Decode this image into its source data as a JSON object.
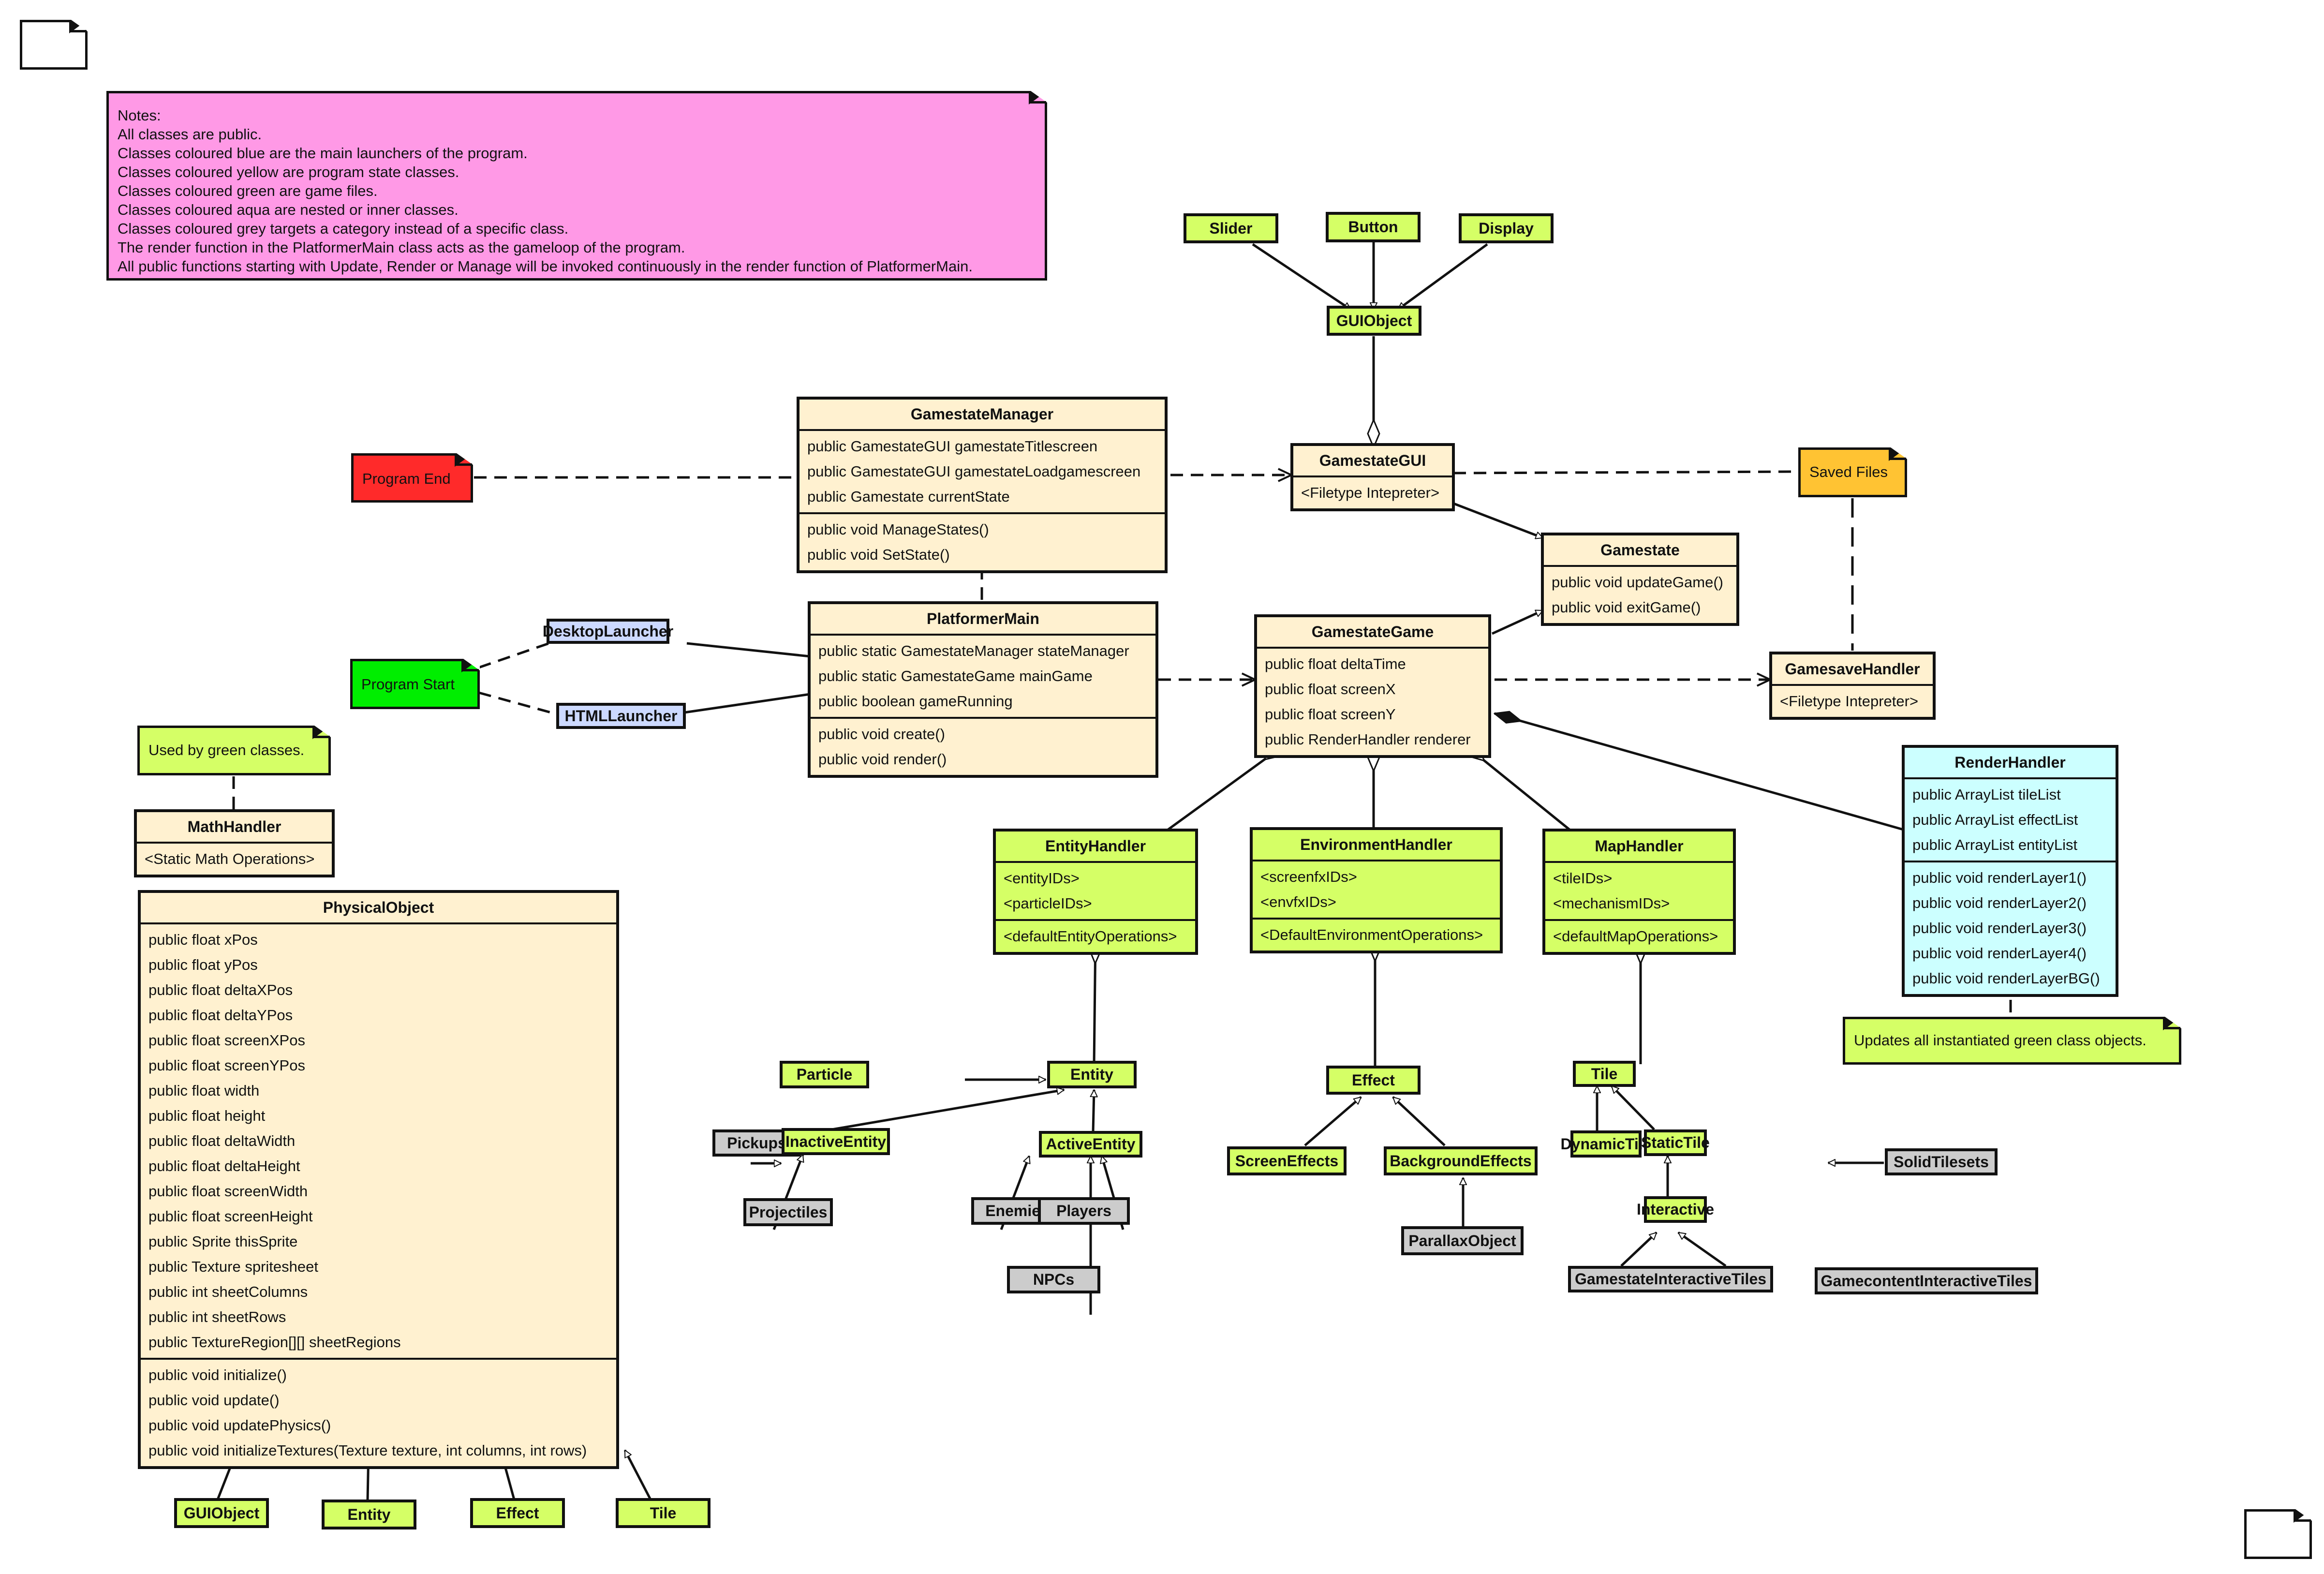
{
  "legend_note": {
    "lines": [
      "Notes:",
      "All classes are public.",
      "Classes coloured blue are the main launchers of the program.",
      "Classes coloured yellow are program state classes.",
      "Classes coloured green are game files.",
      "Classes coloured aqua are nested or inner classes.",
      "Classes coloured grey targets a category instead of a specific class.",
      "The render function in the PlatformerMain class acts as the gameloop of the program.",
      "All public functions starting with Update, Render or Manage will be invoked continuously in the render function of PlatformerMain."
    ]
  },
  "colors": {
    "state_yellow": "#fff1d0",
    "game_green": "#d5ff66",
    "category_grey": "#cccccc",
    "launcher_blue": "#ccd9ff",
    "inner_aqua": "#ccffff",
    "notes_pink": "#ff99e6",
    "program_end_red": "#ff2a2a",
    "program_start_green": "#00ee00",
    "saved_files_orange": "#ffc333"
  },
  "notes": {
    "program_end": "Program End",
    "program_start": "Program Start",
    "saved_files": "Saved Files",
    "used_by_green": "Used by green classes.",
    "updates_green": "Updates all instantiated green class objects."
  },
  "classes": {
    "gamestate_manager": {
      "name": "GamestateManager",
      "attributes": [
        "public GamestateGUI gamestateTitlescreen",
        "public GamestateGUI gamestateLoadgamescreen",
        "public Gamestate currentState"
      ],
      "methods": [
        "public void ManageStates()",
        "public void SetState()"
      ]
    },
    "platformer_main": {
      "name": "PlatformerMain",
      "attributes": [
        "public static GamestateManager stateManager",
        "public static GamestateGame mainGame",
        "public boolean gameRunning"
      ],
      "methods": [
        "public void create()",
        "public void render()"
      ]
    },
    "gamestate_gui": {
      "name": "GamestateGUI",
      "attributes": [
        "<Filetype Intepreter>"
      ]
    },
    "gamestate": {
      "name": "Gamestate",
      "methods": [
        "public void updateGame()",
        "public void exitGame()"
      ]
    },
    "gamestate_game": {
      "name": "GamestateGame",
      "attributes": [
        "public float deltaTime",
        "public float screenX",
        "public float screenY",
        "public RenderHandler renderer"
      ]
    },
    "gamesave_handler": {
      "name": "GamesaveHandler",
      "attributes": [
        "<Filetype Intepreter>"
      ]
    },
    "render_handler": {
      "name": "RenderHandler",
      "attributes": [
        "public ArrayList tileList",
        "public ArrayList effectList",
        "public ArrayList entityList"
      ],
      "methods": [
        "public void renderLayer1()",
        "public void renderLayer2()",
        "public void renderLayer3()",
        "public void renderLayer4()",
        "public void renderLayerBG()"
      ]
    },
    "math_handler": {
      "name": "MathHandler",
      "attributes": [
        "<Static Math Operations>"
      ]
    },
    "entity_handler": {
      "name": "EntityHandler",
      "attributes": [
        "<entityIDs>",
        "<particleIDs>"
      ],
      "methods": [
        "<defaultEntityOperations>"
      ]
    },
    "environment_handler": {
      "name": "EnvironmentHandler",
      "attributes": [
        "<screenfxIDs>",
        "<envfxIDs>"
      ],
      "methods": [
        "<DefaultEnvironmentOperations>"
      ]
    },
    "map_handler": {
      "name": "MapHandler",
      "attributes": [
        "<tileIDs>",
        "<mechanismIDs>"
      ],
      "methods": [
        "<defaultMapOperations>"
      ]
    },
    "physical_object": {
      "name": "PhysicalObject",
      "attributes": [
        "public float xPos",
        "public float yPos",
        "public float deltaXPos",
        "public float deltaYPos",
        "public float screenXPos",
        "public float screenYPos",
        "public float width",
        "public float height",
        "public float deltaWidth",
        "public float deltaHeight",
        "public float screenWidth",
        "public float screenHeight",
        "public Sprite thisSprite",
        "public Texture spritesheet",
        "public int sheetColumns",
        "public int sheetRows",
        "public TextureRegion[][] sheetRegions"
      ],
      "methods": [
        "public void initialize()",
        "public void update()",
        "public void updatePhysics()",
        "public void initializeTextures(Texture texture, int columns, int rows)"
      ]
    }
  },
  "simple_classes": {
    "slider": "Slider",
    "button": "Button",
    "display": "Display",
    "gui_object": "GUIObject",
    "desktop_launcher": "DesktopLauncher",
    "html_launcher": "HTMLLauncher",
    "particle": "Particle",
    "entity": "Entity",
    "inactive_entity": "InactiveEntity",
    "active_entity": "ActiveEntity",
    "pickups": "Pickups",
    "projectiles": "Projectiles",
    "enemies": "Enemies",
    "players": "Players",
    "npcs": "NPCs",
    "effect": "Effect",
    "screen_effects": "ScreenEffects",
    "background_effects": "BackgroundEffects",
    "parallax_object": "ParallaxObject",
    "tile": "Tile",
    "dynamic_tile": "DynamicTile",
    "static_tile": "StaticTile",
    "solid_tilesets": "SolidTilesets",
    "interactive": "Interactive",
    "gamestate_interactive_tiles": "GamestateInteractiveTiles",
    "gamecontent_interactive_tiles": "GamecontentInteractiveTiles",
    "po_gui_object": "GUIObject",
    "po_entity": "Entity",
    "po_effect": "Effect",
    "po_tile": "Tile"
  }
}
